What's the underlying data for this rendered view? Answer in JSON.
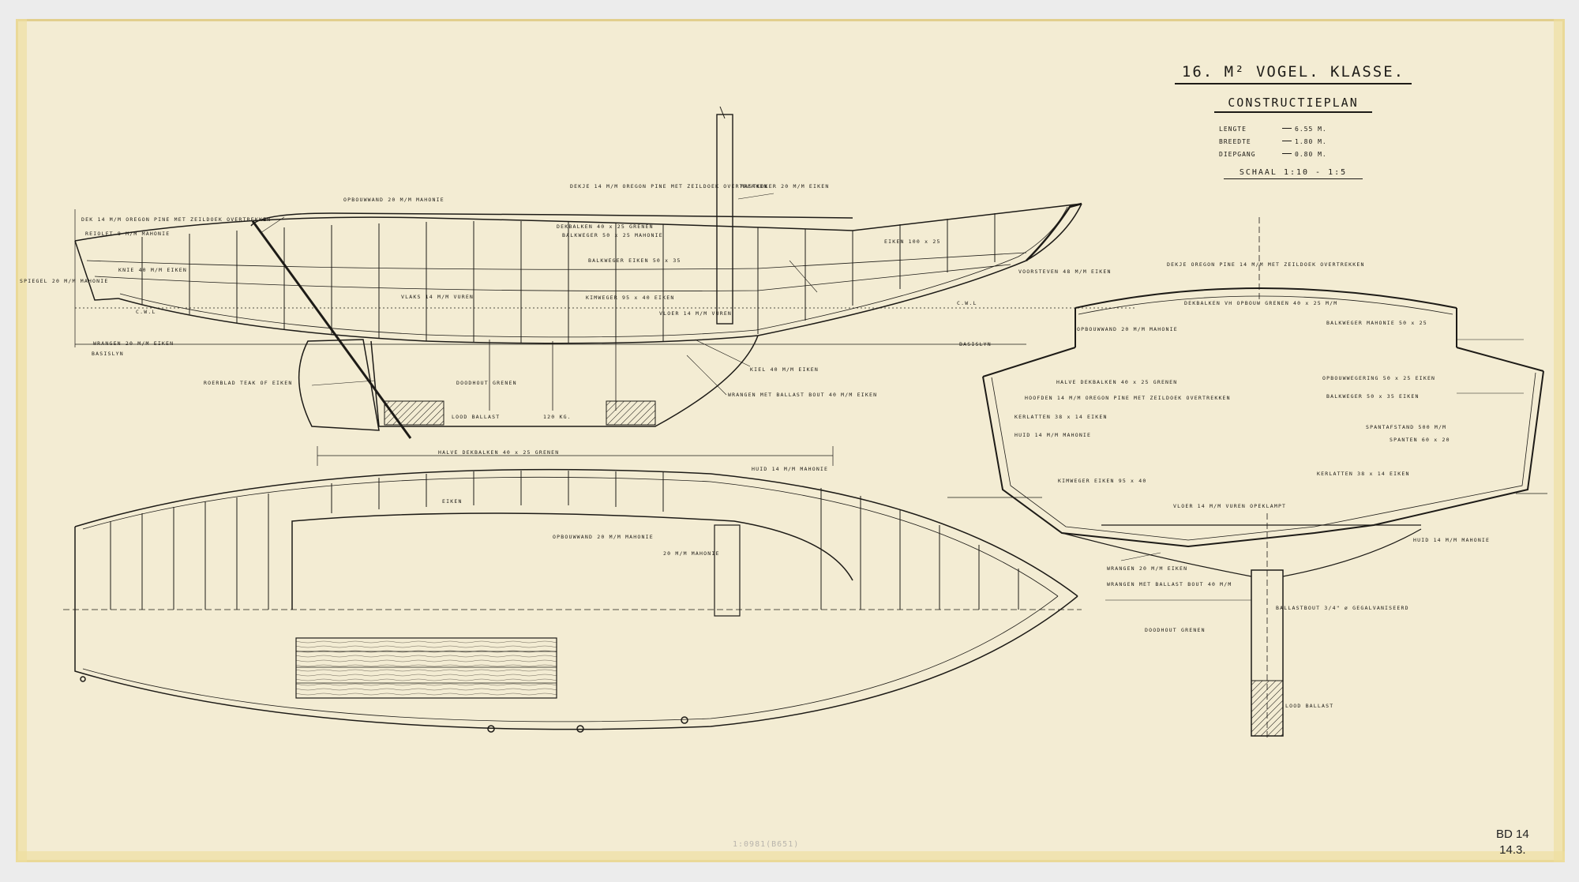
{
  "title": "16. M² VOGEL. KLASSE.",
  "subtitle": "CONSTRUCTIEPLAN",
  "dimensions": [
    {
      "label": "LENGTE",
      "value": "6.55 M."
    },
    {
      "label": "BREEDTE",
      "value": "1.80 M."
    },
    {
      "label": "DIEPGANG",
      "value": "0.80 M."
    }
  ],
  "scale": "SCHAAL 1:10 - 1:5",
  "side_view_labels": {
    "opbouwwand": "OPBOUWWAND 20 M/M MAHONIE",
    "dekje": "DEKJE 14 M/M OREGON PINE MET ZEILDOEK OVERTREKKEN",
    "mastkoker": "MASTKOKER 20 M/M EIKEN",
    "dek": "DEK 14 M/M OREGON PINE MET ZEILDOEK OVERTREKKEN",
    "reiolet": "REIOLET 8 M/M MAHONIE",
    "dekbalken": "DEKBALKEN 40 x 25 GRENEN",
    "balkweger_top": "BALKWEGER 50 x 25 MAHONIE",
    "eiken": "EIKEN 100 x 25",
    "spiegel": "SPIEGEL 20 M/M MAHONIE",
    "knie": "KNIE 40 M/M EIKEN",
    "balkweger": "BALKWEGER EIKEN 50 x 35",
    "voorsteven": "VOORSTEVEN 48 M/M EIKEN",
    "vlaks": "VLAKS 14 M/M VUREN",
    "kimweger": "KIMWEGER 95 x 40 EIKEN",
    "vloer": "VLOER 14 M/M VUREN",
    "cwl": "C.W.L",
    "wrangen": "WRANGEN 20 M/M EIKEN",
    "basislijn": "BASISLYN",
    "roerblad": "ROERBLAD TEAK OF EIKEN",
    "kiel": "KIEL 40 M/M EIKEN",
    "doodhout": "DOODHOUT GRENEN",
    "wrangen_ballast": "WRANGEN MET BALLAST BOUT 40 M/M EIKEN",
    "lood": "LOOD BALLAST",
    "lood_gewicht": "120 KG."
  },
  "plan_view_labels": {
    "halve_dekbalken": "HALVE DEKBALKEN 40 x 25 GRENEN",
    "huid": "HUID 14 M/M MAHONIE",
    "opbouwwand": "OPBOUWWAND 20 M/M MAHONIE",
    "mahonie": "20 M/M MAHONIE",
    "eiken": "EIKEN"
  },
  "section_labels": {
    "dekje": "DEKJE OREGON PINE 14 M/M MET ZEILDOEK OVERTREKKEN",
    "dekbalken": "DEKBALKEN VH OPBOUW GRENEN 40 x 25 M/M",
    "balkweger_mahonie": "BALKWEGER MAHONIE 50 x 25",
    "opbouwwand": "OPBOUWWAND 20 M/M MAHONIE",
    "halve_dekbalken": "HALVE DEKBALKEN 40 x 25 GRENEN",
    "opbouwwegering": "OPBOUWWEGERING 50 x 25 EIKEN",
    "hoofdsen": "HOOFDEN 14 M/M OREGON PINE MET ZEILDOEK OVERTREKKEN",
    "balkweger": "BALKWEGER 50 x 35 EIKEN",
    "kerlatten": "KERLATTEN 38 x 14 EIKEN",
    "spantafstand": "SPANTAFSTAND 500 M/M",
    "huid": "HUID 14 M/M MAHONIE",
    "spanten": "SPANTEN 60 x 20",
    "kimweger": "KIMWEGER EIKEN 95 x 40",
    "kerlatten2": "KERLATTEN 38 x 14 EIKEN",
    "vloer": "VLOER 14 M/M VUREN OPEKLAMPT",
    "huid2": "HUID 14 M/M MAHONIE",
    "wrangen": "WRANGEN 20 M/M EIKEN",
    "wrangen_ballast": "WRANGEN MET BALLAST BOUT 40 M/M",
    "ballastbout": "BALLASTBOUT 3/4\" ø GEGALVANISEERD",
    "doodhout": "DOODHOUT GRENEN",
    "lood": "LOOD BALLAST"
  },
  "stamp": "1:0981(B651)",
  "reference": [
    "BD 14",
    "14.3."
  ]
}
